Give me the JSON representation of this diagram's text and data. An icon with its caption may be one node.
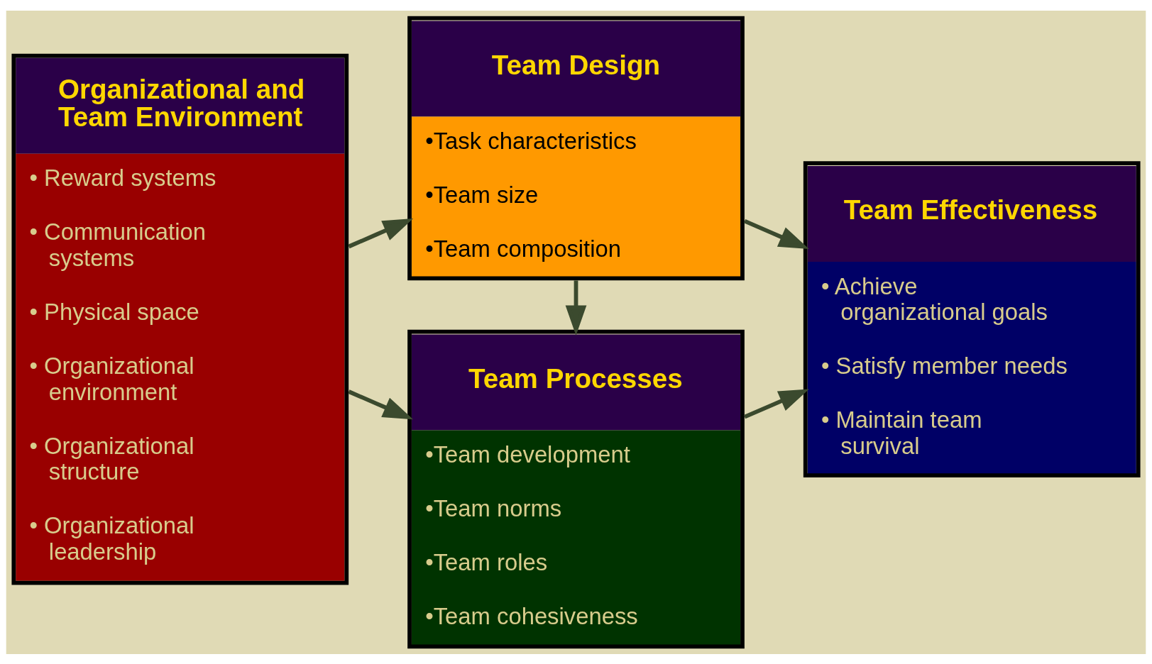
{
  "diagram": {
    "nodes": [
      {
        "text": [
          "Organizational and Team Environment",
          "• Reward systems",
          "• Communication systems",
          "• Physical space",
          "• Organizational environment",
          "• Organizational structure",
          "• Organizational leadership"
        ]
      },
      {
        "text": [
          "Team Design",
          "•Task characteristics",
          "•Team size",
          "•Team composition"
        ]
      },
      {
        "text": [
          "Team Processes",
          "•Team development",
          "•Team norms",
          "•Team roles",
          "•Team cohesiveness"
        ]
      },
      {
        "text": [
          "Team Effectiveness",
          "• Achieve organizational goals",
          "• Satisfy member needs",
          "• Maintain team survival"
        ]
      }
    ],
    "edges": [
      {
        "from": 0,
        "to": 1,
        "arrow": "to"
      },
      {
        "from": 0,
        "to": 2,
        "arrow": "to"
      },
      {
        "from": 1,
        "to": 2,
        "arrow": "to"
      },
      {
        "from": 1,
        "to": 3,
        "arrow": "to"
      },
      {
        "from": 2,
        "to": 3,
        "arrow": "to"
      }
    ]
  }
}
